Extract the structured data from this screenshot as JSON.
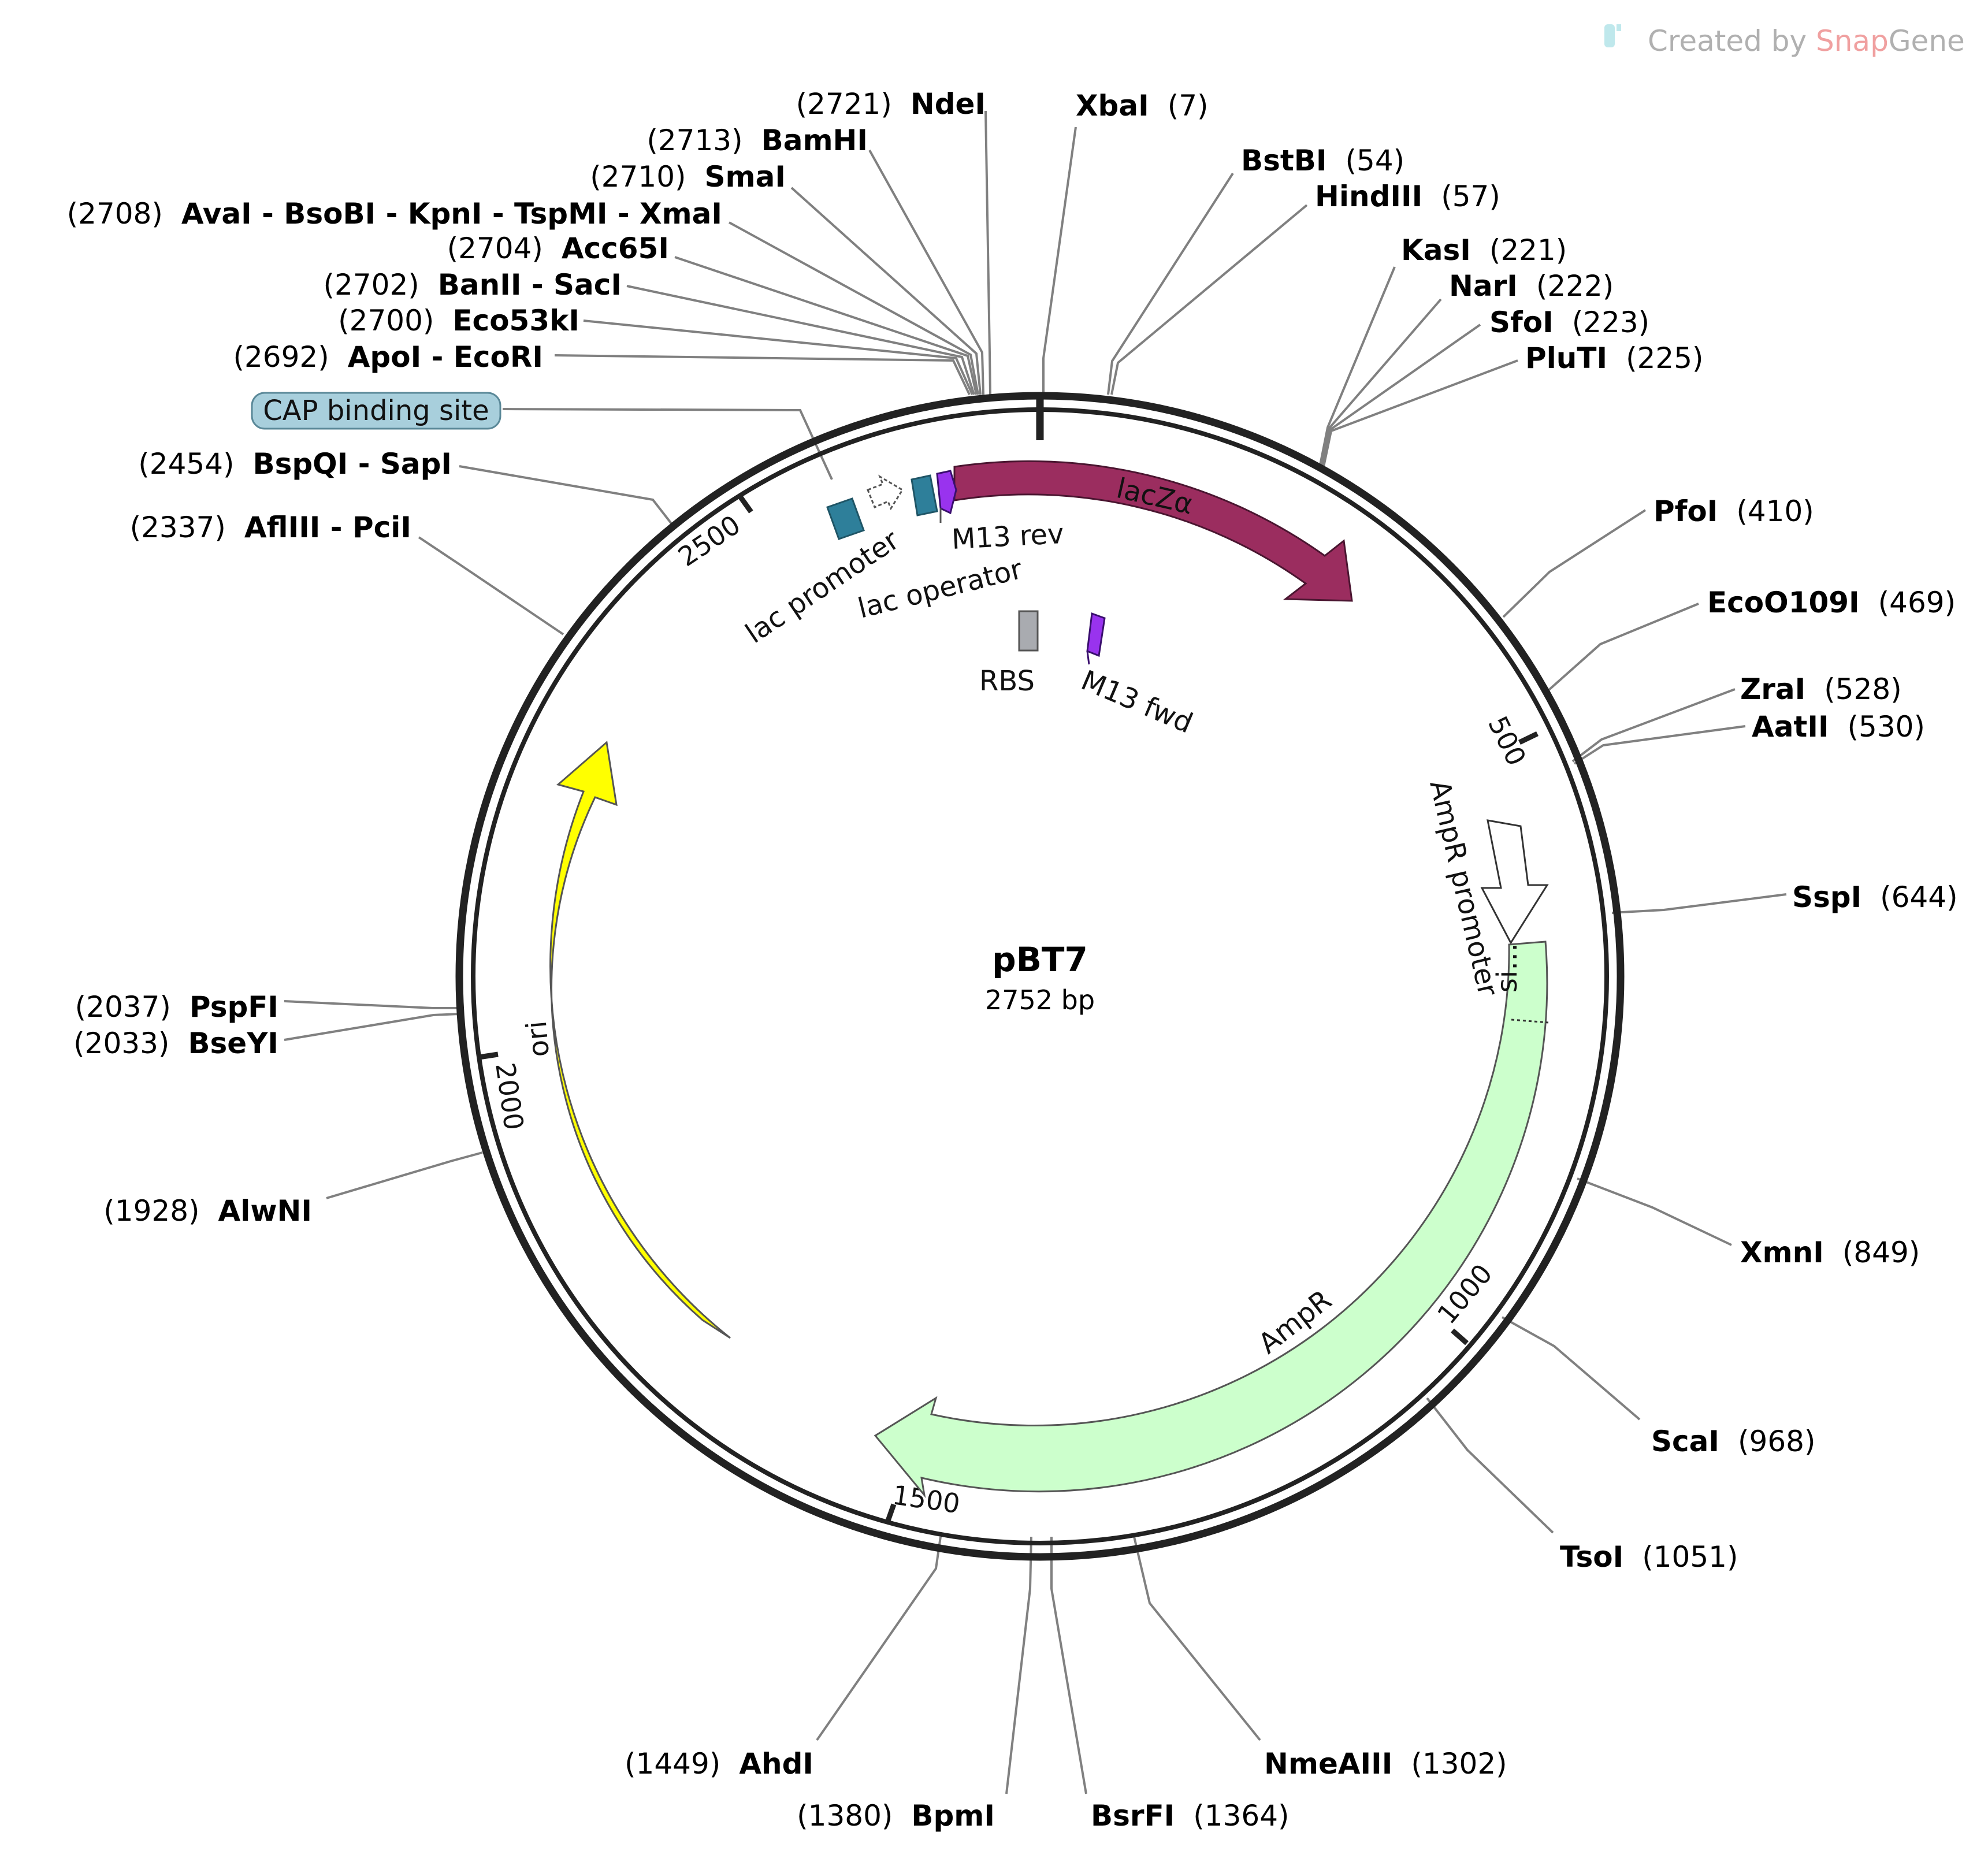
{
  "watermark": {
    "prefix": "Created by ",
    "brand_a": "Snap",
    "brand_b": "Gene"
  },
  "plasmid": {
    "name": "pBT7",
    "size_label": "2752 bp",
    "length": 2752
  },
  "ticks": [
    "500",
    "1000",
    "1500",
    "2000",
    "2500"
  ],
  "sites": [
    {
      "pos": "(2721)",
      "name": "NdeI"
    },
    {
      "pos": "(7)",
      "name": "XbaI"
    },
    {
      "pos": "(2713)",
      "name": "BamHI"
    },
    {
      "pos": "(54)",
      "name": "BstBI"
    },
    {
      "pos": "(2710)",
      "name": "SmaI"
    },
    {
      "pos": "(57)",
      "name": "HindIII"
    },
    {
      "pos": "(2708)",
      "name": "AvaI - BsoBI - KpnI - TspMI - XmaI"
    },
    {
      "pos": "(2704)",
      "name": "Acc65I"
    },
    {
      "pos": "(221)",
      "name": "KasI"
    },
    {
      "pos": "(2702)",
      "name": "BanII - SacI"
    },
    {
      "pos": "(222)",
      "name": "NarI"
    },
    {
      "pos": "(2700)",
      "name": "Eco53kI"
    },
    {
      "pos": "(223)",
      "name": "SfoI"
    },
    {
      "pos": "(2692)",
      "name": "ApoI - EcoRI"
    },
    {
      "pos": "(225)",
      "name": "PluTI"
    },
    {
      "pos": "(2454)",
      "name": "BspQI - SapI"
    },
    {
      "pos": "(2337)",
      "name": "AflIII - PciI"
    },
    {
      "pos": "(410)",
      "name": "PfoI"
    },
    {
      "pos": "(469)",
      "name": "EcoO109I"
    },
    {
      "pos": "(528)",
      "name": "ZraI"
    },
    {
      "pos": "(530)",
      "name": "AatII"
    },
    {
      "pos": "(644)",
      "name": "SspI"
    },
    {
      "pos": "(2037)",
      "name": "PspFI"
    },
    {
      "pos": "(2033)",
      "name": "BseYI"
    },
    {
      "pos": "(1928)",
      "name": "AlwNI"
    },
    {
      "pos": "(849)",
      "name": "XmnI"
    },
    {
      "pos": "(968)",
      "name": "ScaI"
    },
    {
      "pos": "(1051)",
      "name": "TsoI"
    },
    {
      "pos": "(1449)",
      "name": "AhdI"
    },
    {
      "pos": "(1302)",
      "name": "NmeAIII"
    },
    {
      "pos": "(1380)",
      "name": "BpmI"
    },
    {
      "pos": "(1364)",
      "name": "BsrFI"
    }
  ],
  "features": {
    "cap": "CAP binding site",
    "lac_promoter": "lac promoter",
    "lac_operator": "lac operator",
    "m13_rev": "M13 rev",
    "lacz": "lacZα",
    "rbs": "RBS",
    "m13_fwd": "M13 fwd",
    "ampr_promoter": "AmpR promoter",
    "signal": "si…",
    "ampr": "AmpR",
    "ori": "ori"
  },
  "colors": {
    "lacz": "#9b2d5f",
    "ampr": "#ccffcc",
    "ori": "#ffff00",
    "lac_blocks": "#2e7f9a",
    "m13": "#9933ee",
    "rbs": "#a9abb0",
    "cap_box": "#a8cfdc",
    "backbone": "#222222",
    "site_line": "#808080",
    "brand": "#f0a0a0"
  }
}
